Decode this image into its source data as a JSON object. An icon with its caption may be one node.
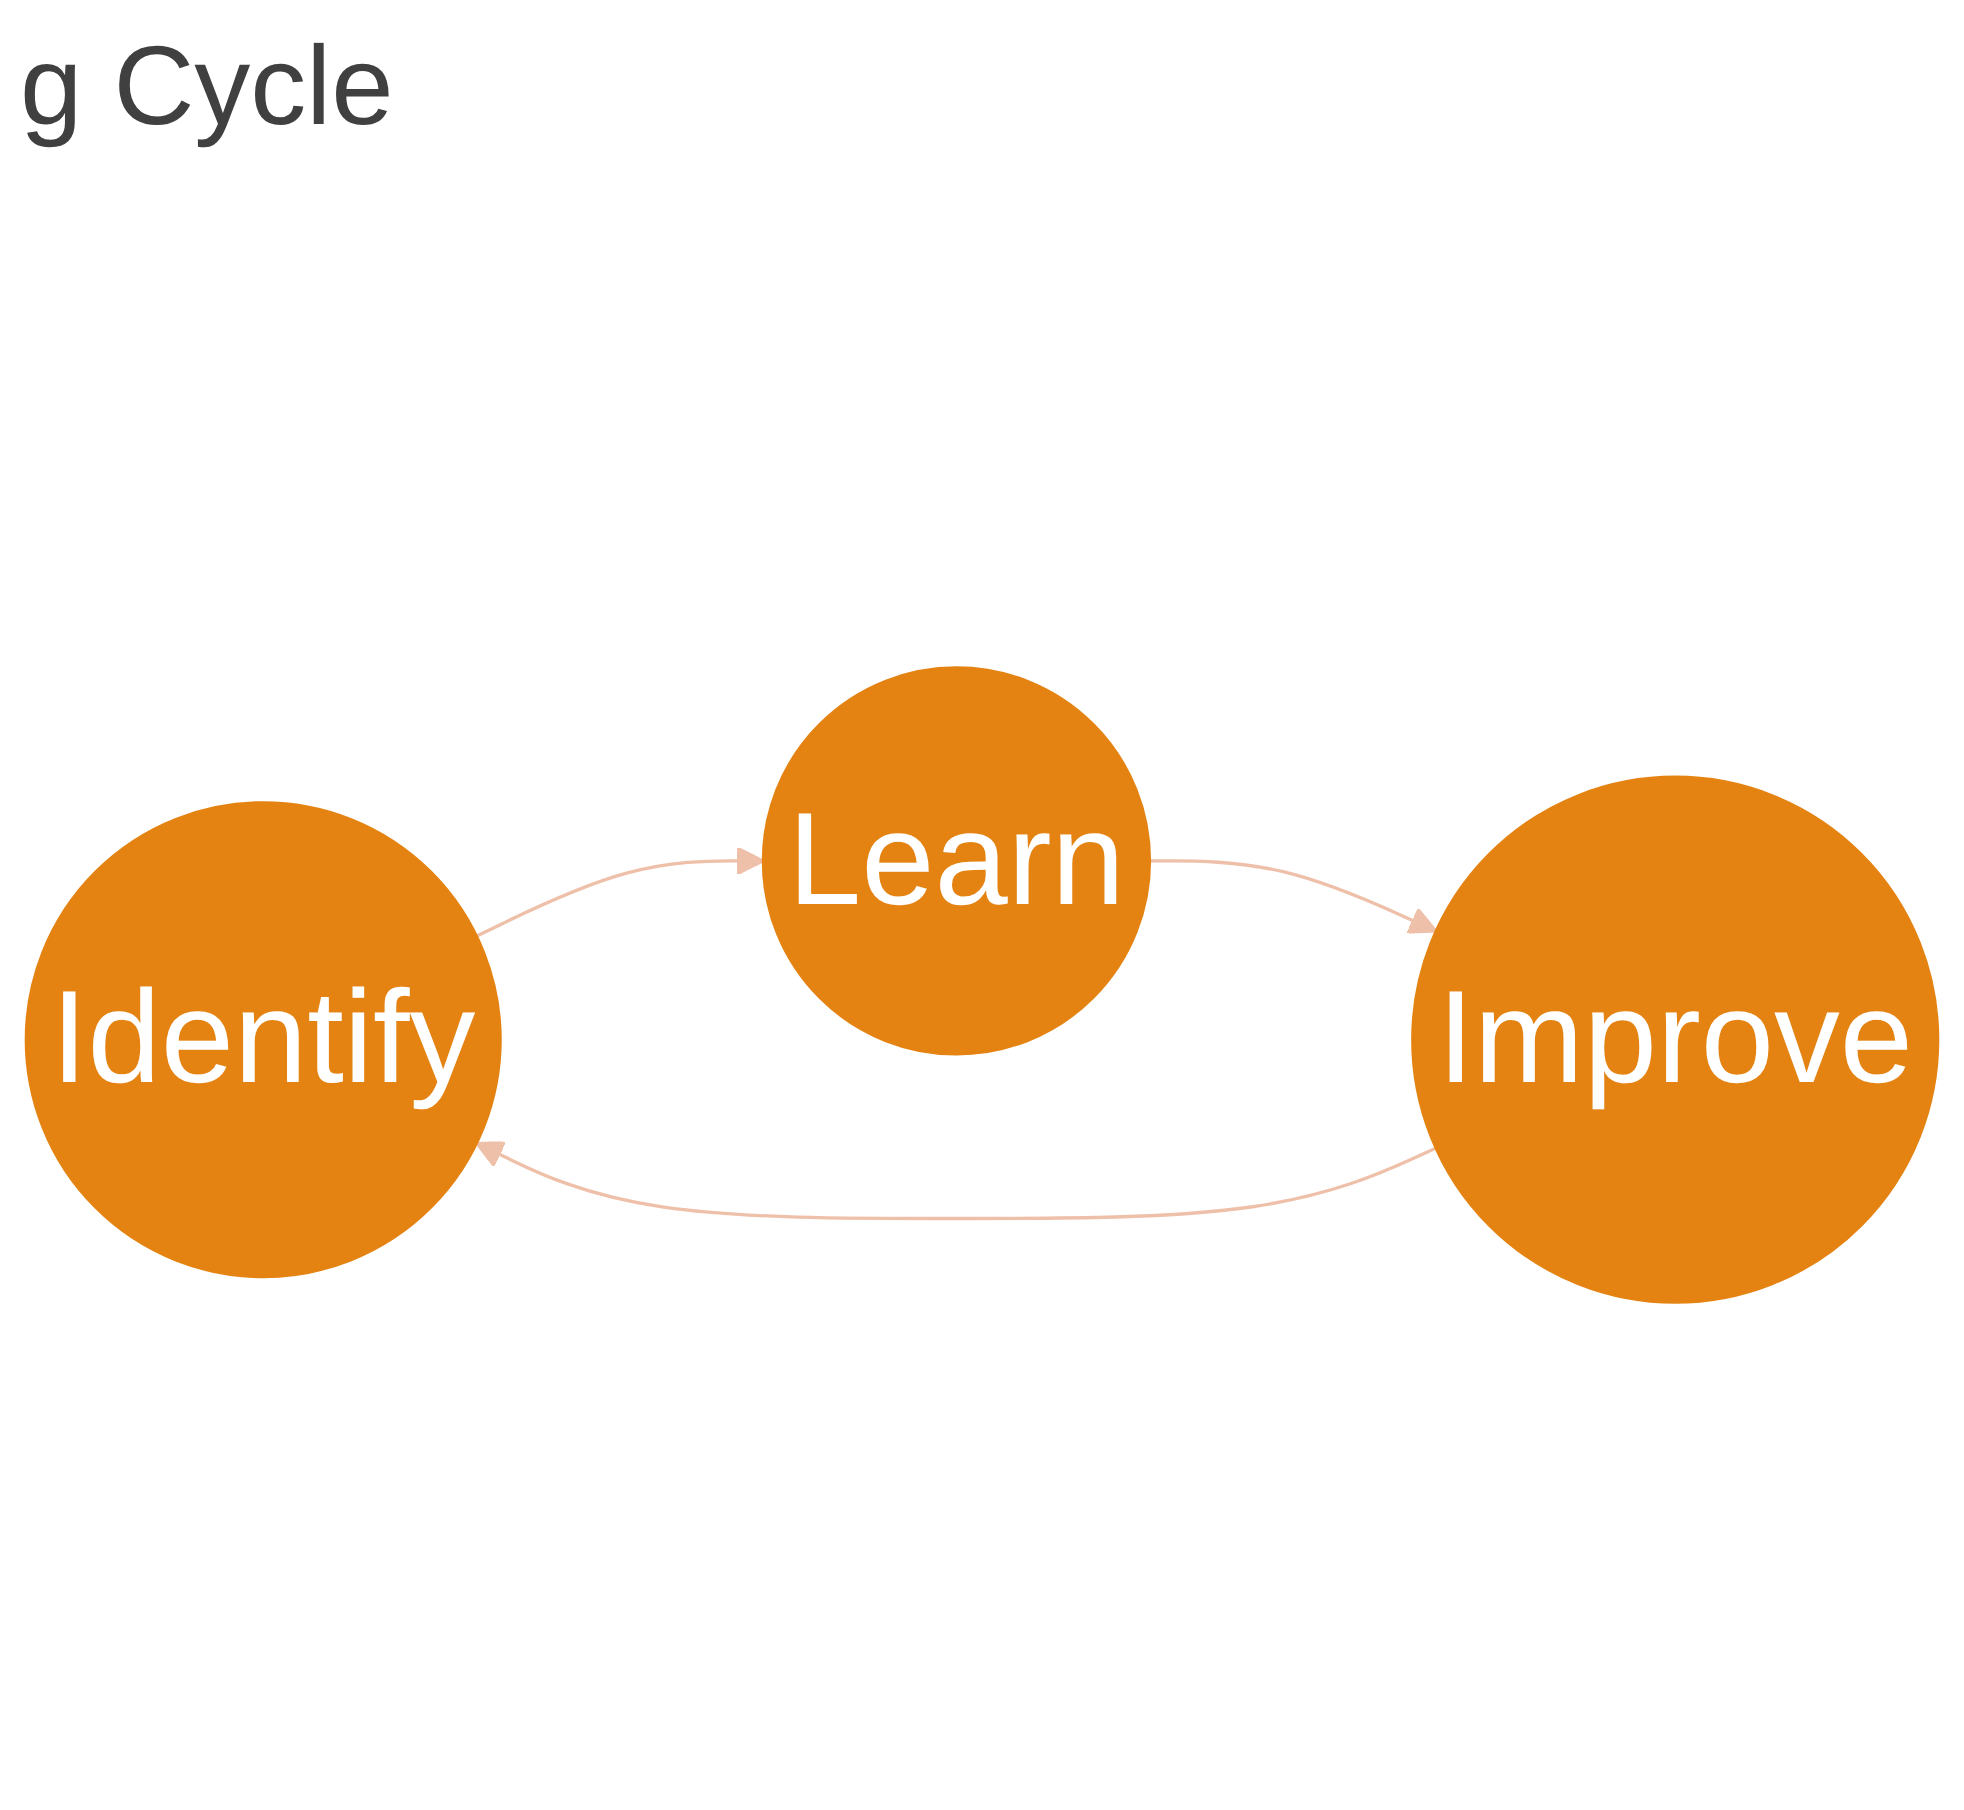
{
  "diagram": {
    "title": "g Cycle",
    "nodes": [
      {
        "text": [
          "Identify"
        ]
      },
      {
        "text": [
          "Learn"
        ]
      },
      {
        "text": [
          "Improve"
        ]
      }
    ],
    "edges": [
      {
        "from": 0,
        "to": 1,
        "arrow": "to"
      },
      {
        "from": 1,
        "to": 2,
        "arrow": "to"
      },
      {
        "from": 2,
        "to": 0,
        "arrow": "to"
      }
    ]
  }
}
